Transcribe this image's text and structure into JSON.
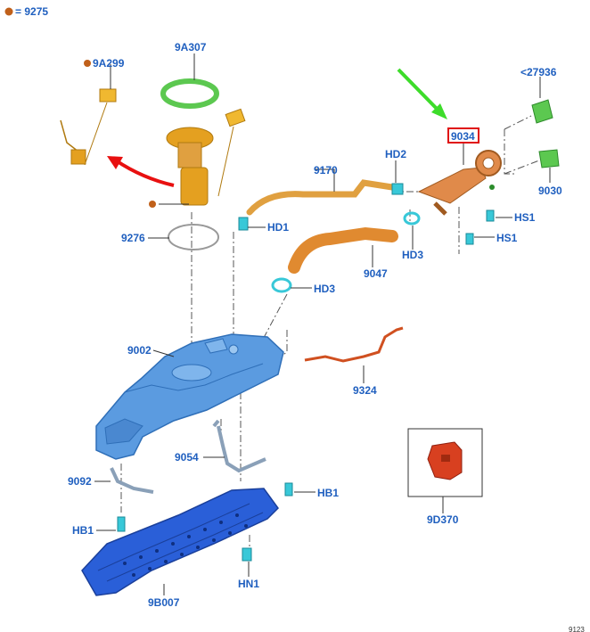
{
  "legend": {
    "dot_color": "#c0601a",
    "text": "= 9275"
  },
  "labels": {
    "p9A299": "9A299",
    "p9A307": "9A307",
    "p27936": "<27936",
    "p9034": "9034",
    "pHD2": "HD2",
    "p9170": "9170",
    "p9030": "9030",
    "pHS1a": "HS1",
    "pHS1b": "HS1",
    "pHD1": "HD1",
    "p9276": "9276",
    "pHD3a": "HD3",
    "p9047": "9047",
    "pHD3b": "HD3",
    "p9002": "9002",
    "p9324": "9324",
    "p9054": "9054",
    "p9092": "9092",
    "pHB1a": "HB1",
    "pHB1b": "HB1",
    "pHN1": "HN1",
    "p9B007": "9B007",
    "p9D370": "9D370"
  },
  "corner_code": "9123",
  "colors": {
    "label": "#1f5fbf",
    "tank": "#5b9be0",
    "shield": "#2a5fd8",
    "pump": "#e4a020",
    "filler": "#e08a4a",
    "ring": "#5cc850",
    "clip": "#38c8d8",
    "highlight": "#e01010",
    "green_arrow": "#3ddc2a",
    "red_arrow": "#e81010"
  }
}
